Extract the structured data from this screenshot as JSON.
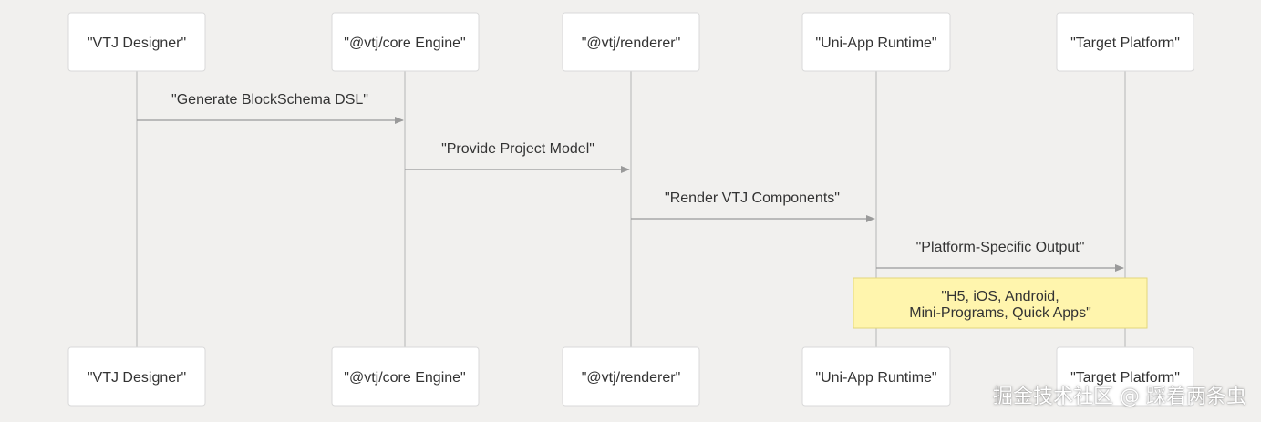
{
  "participants": [
    {
      "label": "\"VTJ Designer\""
    },
    {
      "label": "\"@vtj/core Engine\""
    },
    {
      "label": "\"@vtj/renderer\""
    },
    {
      "label": "\"Uni-App Runtime\""
    },
    {
      "label": "\"Target Platform\""
    }
  ],
  "messages": [
    {
      "from": 0,
      "to": 1,
      "label": "\"Generate BlockSchema DSL\""
    },
    {
      "from": 1,
      "to": 2,
      "label": "\"Provide Project Model\""
    },
    {
      "from": 2,
      "to": 3,
      "label": "\"Render VTJ Components\""
    },
    {
      "from": 3,
      "to": 4,
      "label": "\"Platform-Specific Output\""
    }
  ],
  "note": {
    "over": [
      3,
      4
    ],
    "lines": [
      "\"H5, iOS, Android,",
      "Mini-Programs, Quick Apps\""
    ]
  },
  "watermark": "掘金技术社区 @ 踩着两条虫",
  "colors": {
    "background": "#f1f0ee",
    "box_fill": "#ffffff",
    "box_border": "#d9d9d9",
    "lifeline": "#c9c9c9",
    "arrow": "#9a9a9a",
    "note_fill": "#fff5ad",
    "note_border": "#e3d67a",
    "text": "#333333"
  }
}
